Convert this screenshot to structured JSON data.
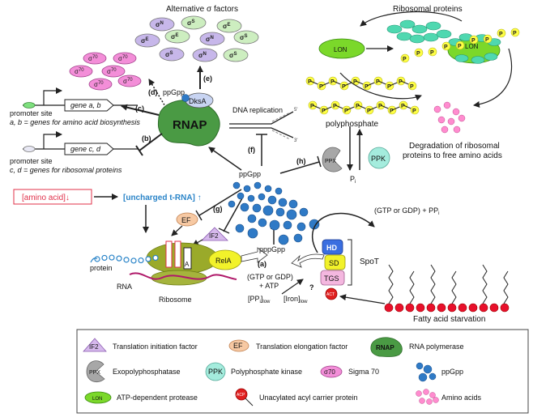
{
  "alt_sigma": {
    "title": "Alternative σ factors",
    "sigmas": [
      {
        "label": "σ",
        "sup": "N",
        "color": "#c7b7ea"
      },
      {
        "label": "σ",
        "sup": "S",
        "color": "#cdeec0"
      },
      {
        "label": "σ",
        "sup": "E",
        "color": "#cdeec0"
      },
      {
        "label": "σ",
        "sup": "E",
        "color": "#c7b7ea"
      },
      {
        "label": "σ",
        "sup": "E",
        "color": "#cdeec0"
      },
      {
        "label": "σ",
        "sup": "N",
        "color": "#c7b7ea"
      },
      {
        "label": "σ",
        "sup": "S",
        "color": "#cdeec0"
      },
      {
        "label": "σ",
        "sup": "S",
        "color": "#c7b7ea"
      },
      {
        "label": "σ",
        "sup": "N",
        "color": "#c7b7ea"
      },
      {
        "label": "σ",
        "sup": "S",
        "color": "#cdeec0"
      }
    ]
  },
  "sigma70": {
    "label": "σ",
    "sup": "70"
  },
  "labels": {
    "ppGpp_top": "ppGpp",
    "dksa": "DksA",
    "rnap": "RNAP",
    "e": "(e)",
    "d": "(d)",
    "c": "(c)",
    "b": "(b)",
    "f": "(f)",
    "g": "(g)",
    "h": "(h)",
    "a": "(a)",
    "promoter1": "promoter site",
    "gene_ab": "gene a, b",
    "genes_ab_desc": "a, b = genes for amino acid biosynthesis",
    "promoter2": "promoter site",
    "gene_cd": "gene c, d",
    "genes_cd_desc": "c, d = genes for ribosomal proteins",
    "amino_acid": "[amino acid]↓",
    "uncharged_trna": "[uncharged t-RNA] ↑",
    "ef": "EF",
    "if2": "IF2",
    "protein": "protein",
    "rna": "RNA",
    "ribosome": "Ribosome",
    "rela": "RelA",
    "a_site": "A",
    "ppgpp_mid": "ppGpp",
    "pppgpp": "pppGpp",
    "gtp_gdp_atp1": "(GTP or GDP)",
    "gtp_gdp_atp2": "+ ATP",
    "ppi_low": "[PPi]low",
    "iron_low": "[Iron]low",
    "question": "?",
    "gtp_ppi": "(GTP or GDP) + PPi",
    "hd": "HD",
    "sd": "SD",
    "tgs": "TGS",
    "act": "ACT",
    "spot": "SpoT",
    "fatty_acid": "Fatty acid starvation",
    "dna_replication": "DNA replication",
    "polyphosphate": "polyphosphate",
    "ppx": "PPX",
    "ppk": "PPK",
    "pi": "Pi",
    "ribosomal_proteins": "Ribosomal proteins",
    "lon1": "LON",
    "lon2": "LON",
    "degradation1": "Degradation of ribosomal",
    "degradation2": "proteins to free amino acids",
    "p": "P",
    "prime5": "5'",
    "prime3": "3'"
  },
  "legend": {
    "items": [
      {
        "key": "if2",
        "label": "Translation initiation factor",
        "text": "IF2"
      },
      {
        "key": "ef",
        "label": "Translation elongation factor",
        "text": "EF"
      },
      {
        "key": "rnap",
        "label": "RNA polymerase",
        "text": "RNAP"
      },
      {
        "key": "ppx",
        "label": "Exopolyphosphatase",
        "text": "PPX"
      },
      {
        "key": "ppk",
        "label": "Polyphosphate kinase",
        "text": "PPK"
      },
      {
        "key": "sigma70",
        "label": "Sigma 70",
        "text": "σ70"
      },
      {
        "key": "ppgpp",
        "label": "ppGpp",
        "text": ""
      },
      {
        "key": "lon",
        "label": "ATP-dependent protease",
        "text": "LON"
      },
      {
        "key": "acp",
        "label": "Unacylated acyl carrier protein",
        "text": "ACP"
      },
      {
        "key": "aa",
        "label": "Amino acids",
        "text": ""
      }
    ]
  },
  "colors": {
    "rnap": "#4a9a44",
    "lon": "#73d21d",
    "ppk": "#9fe8d8",
    "ppx": "#a7a7a7",
    "sigma70": "#f38ed8",
    "ppgpp": "#2f7ac6",
    "aa": "#ff8ccf",
    "ribosomal": "#4fd8b0",
    "polyp": "#ffff44",
    "ef": "#f7b78a",
    "if2": "#c9a8e0",
    "ribosome": "#8fa225",
    "rela": "#f2f22a",
    "hd": "#3a6ee0",
    "sd": "#f2f22a",
    "tgs": "#f4b7df",
    "act": "#e02020",
    "fatty": "#e8102b",
    "trna_blue": "#2a84c8",
    "amino_red": "#e0304a"
  }
}
